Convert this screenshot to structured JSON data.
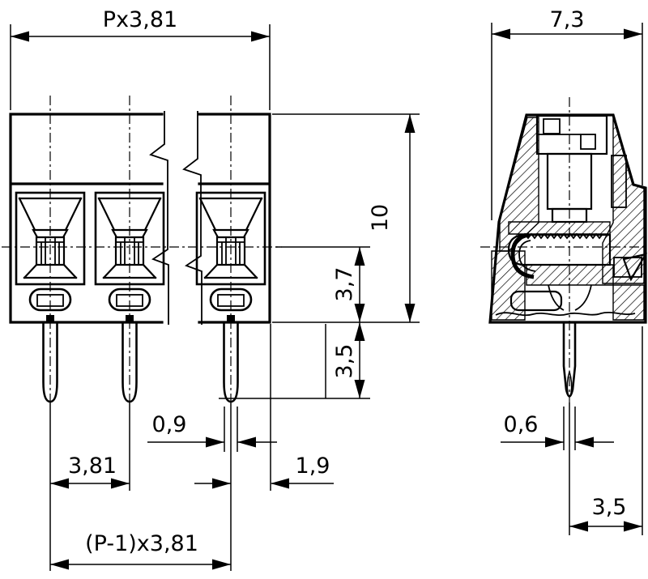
{
  "drawing": {
    "background": "#ffffff",
    "line_color": "#000000",
    "front_view": {
      "dimensions": {
        "total_width": "Px3,81",
        "height": "10",
        "center_to_bottom": "3,7",
        "pin_length": "3,5",
        "pin_width": "0,9",
        "pitch": "3,81",
        "last_pole_to_edge": "1,9",
        "pin_span": "(P-1)x3,81"
      }
    },
    "side_view": {
      "dimensions": {
        "depth": "7,3",
        "pin_width": "0,6",
        "pin_to_back": "3,5"
      }
    }
  }
}
